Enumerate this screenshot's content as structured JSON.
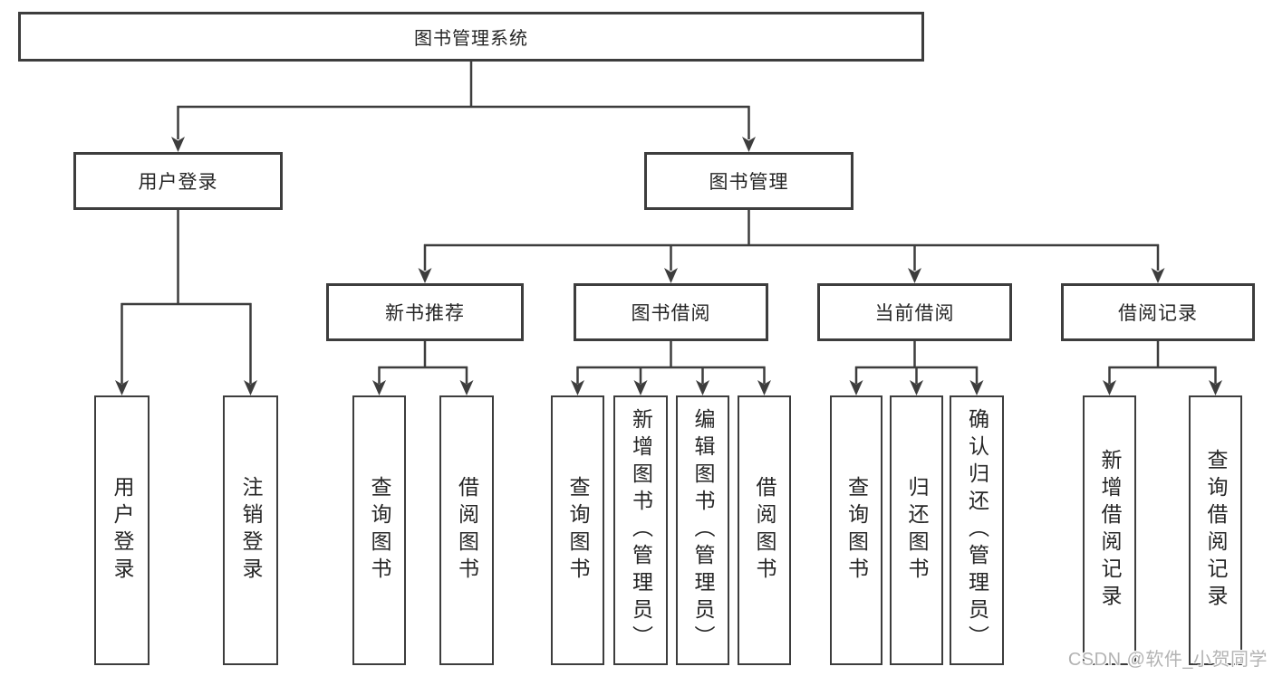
{
  "diagram": {
    "root": {
      "label": "图书管理系统"
    },
    "branches": [
      {
        "label": "用户登录",
        "children": [
          {
            "label": "用户登录"
          },
          {
            "label": "注销登录"
          }
        ]
      },
      {
        "label": "图书管理",
        "children": [
          {
            "label": "新书推荐",
            "children": [
              {
                "label": "查询图书"
              },
              {
                "label": "借阅图书"
              }
            ]
          },
          {
            "label": "图书借阅",
            "children": [
              {
                "label": "查询图书"
              },
              {
                "label": "新增图书（管理员）"
              },
              {
                "label": "编辑图书（管理员）"
              },
              {
                "label": "借阅图书"
              }
            ]
          },
          {
            "label": "当前借阅",
            "children": [
              {
                "label": "查询图书"
              },
              {
                "label": "归还图书"
              },
              {
                "label": "确认归还（管理员）"
              }
            ]
          },
          {
            "label": "借阅记录",
            "children": [
              {
                "label": "新增借阅记录"
              },
              {
                "label": "查询借阅记录"
              }
            ]
          }
        ]
      }
    ]
  },
  "watermark": {
    "text": "CSDN @软件_小贺同学"
  },
  "colors": {
    "line": "#3d3d3d",
    "box_border": "#3d3d3d",
    "text": "#262626",
    "background": "#ffffff",
    "watermark": "#b3b3b3"
  }
}
